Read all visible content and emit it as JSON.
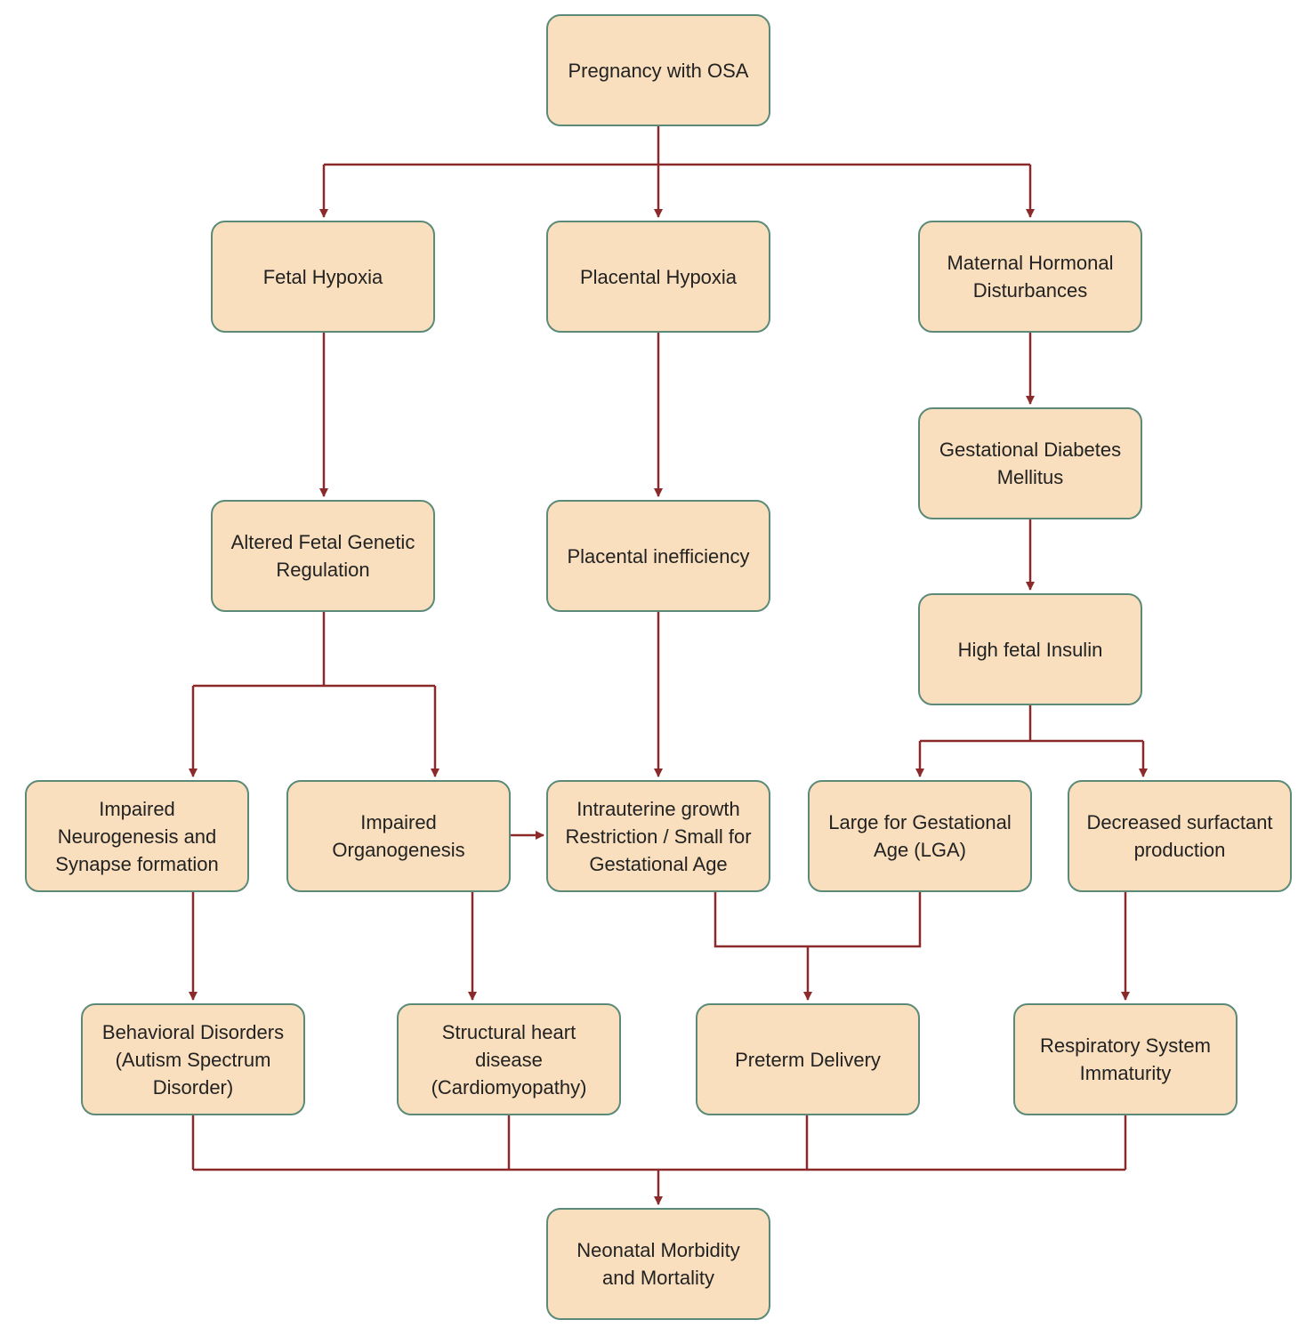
{
  "colors": {
    "node_fill": "#f9dfbe",
    "node_border": "#5b8a78",
    "connector": "#8b2a2a",
    "text": "#222222"
  },
  "nodes": {
    "osa": "Pregnancy with OSA",
    "fetal_hypoxia": "Fetal Hypoxia",
    "placental_hypoxia": "Placental Hypoxia",
    "maternal_hormonal": "Maternal Hormonal\nDisturbances",
    "altered_genetic": "Altered Fetal Genetic\nRegulation",
    "placental_inefficiency": "Placental inefficiency",
    "gdm": "Gestational Diabetes\nMellitus",
    "high_insulin": "High fetal Insulin",
    "neurogenesis": "Impaired\nNeurogenesis and\nSynapse formation",
    "organogenesis": "Impaired\nOrganogenesis",
    "iugr": "Intrauterine growth\nRestriction / Small for\nGestational Age",
    "lga": "Large for Gestational\nAge (LGA)",
    "surfactant": "Decreased surfactant\nproduction",
    "behavioral": "Behavioral Disorders\n(Autism Spectrum\nDisorder)",
    "heart": "Structural heart\ndisease\n(Cardiomyopathy)",
    "preterm": "Preterm Delivery",
    "respiratory": "Respiratory System\nImmaturity",
    "neonatal": "Neonatal Morbidity\nand Mortality"
  }
}
